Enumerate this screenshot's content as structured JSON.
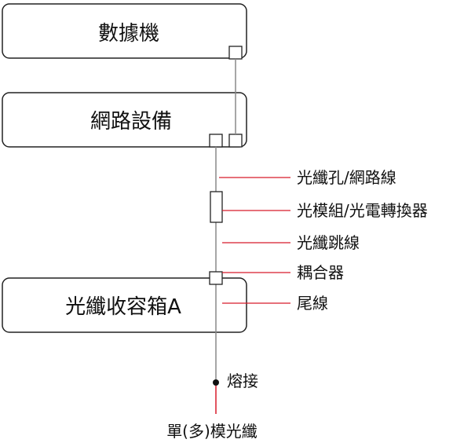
{
  "boxes": {
    "datacenter": "數據機",
    "network_device": "網路設備",
    "fiber_box": "光纖收容箱A"
  },
  "callouts": {
    "fiber_port": "光纖孔/網路線",
    "optical_module": "光模組/光電轉換器",
    "patch_cord": "光纖跳線",
    "coupler": "耦合器",
    "pigtail": "尾線",
    "fusion_splice": "熔接",
    "fiber_type": "單(多)模光纖"
  },
  "colors": {
    "outline": "#222222",
    "fiber_line": "#888888",
    "callout_line": "#d81b2a",
    "text": "#111111"
  }
}
